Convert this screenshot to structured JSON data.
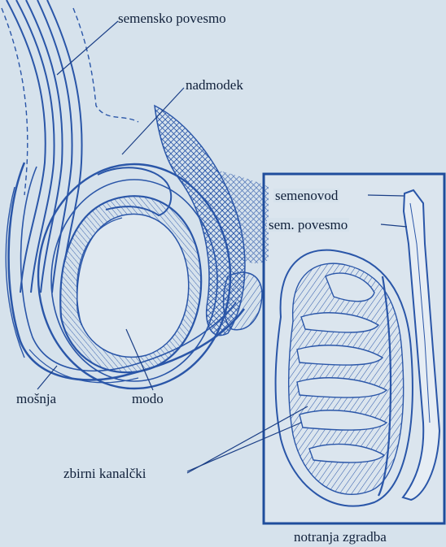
{
  "labels": {
    "spermatic_cord": "semensko povesmo",
    "epididymis": "nadmodek",
    "vas_deferens": "semenovod",
    "spermatic_cord_short": "sem. povesmo",
    "scrotum": "mošnja",
    "testis": "modo",
    "collecting_ducts": "zbirni kanalčki",
    "internal_structure": "notranja zgradba"
  },
  "colors": {
    "background": "#d6e2ec",
    "ink": "#2a56a8",
    "ink_dark": "#1b3f86",
    "label_text": "#10203a",
    "inset_border": "#1f4d9c"
  }
}
